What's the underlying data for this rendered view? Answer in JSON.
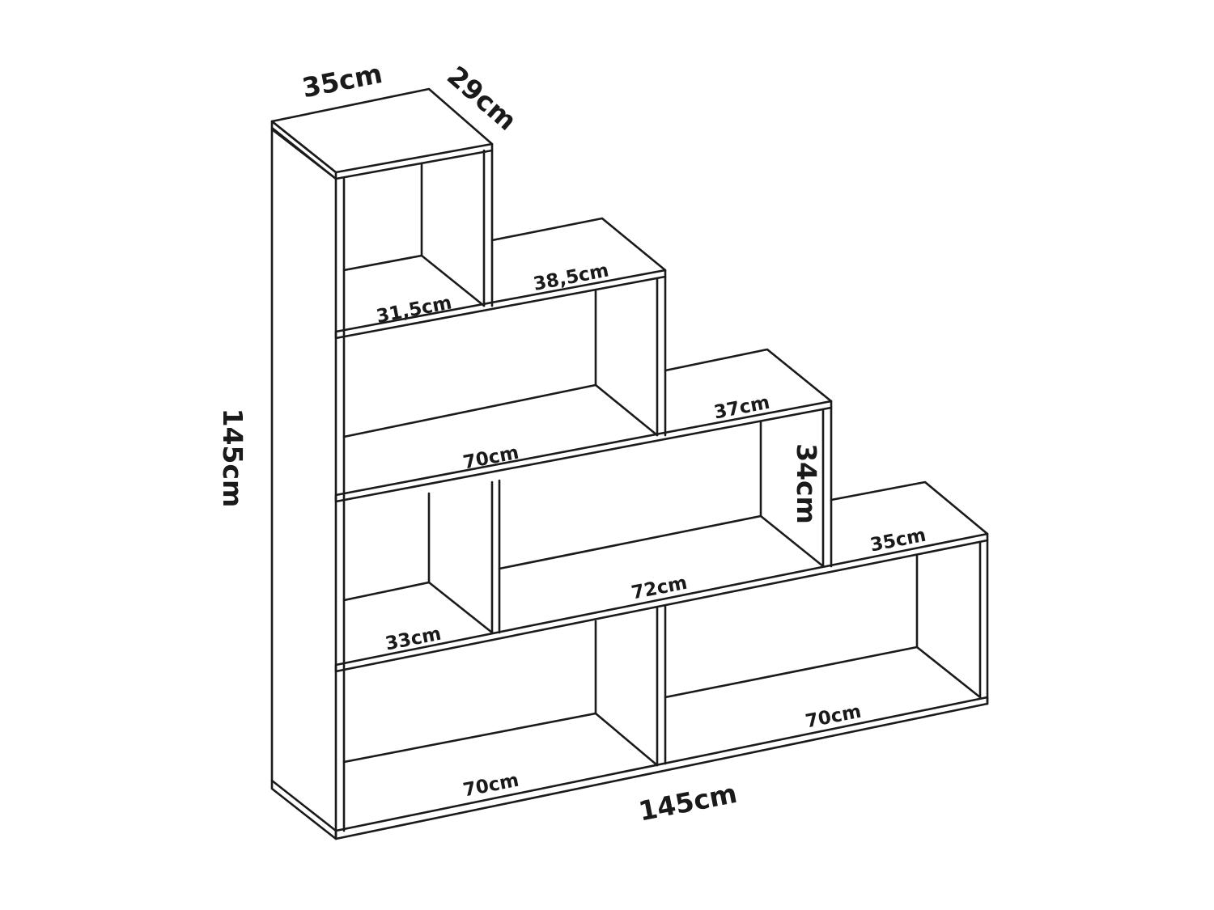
{
  "diagram": {
    "kind": "stepped-bookshelf-dimensions",
    "line_color": "#1a1a1a",
    "background": "#ffffff",
    "labels": {
      "top_width": "35cm",
      "top_depth": "29cm",
      "total_height": "145cm",
      "total_width": "145cm",
      "shelf_1_inner_width": "31,5cm",
      "step_2_top_width": "38,5cm",
      "shelf_2_width": "70cm",
      "step_3_top_width": "37cm",
      "compartment_height": "34cm",
      "shelf_3_left_width": "33cm",
      "shelf_3_right_width": "72cm",
      "step_4_top_width": "35cm",
      "bottom_left_width": "70cm",
      "bottom_right_width": "70cm"
    }
  }
}
